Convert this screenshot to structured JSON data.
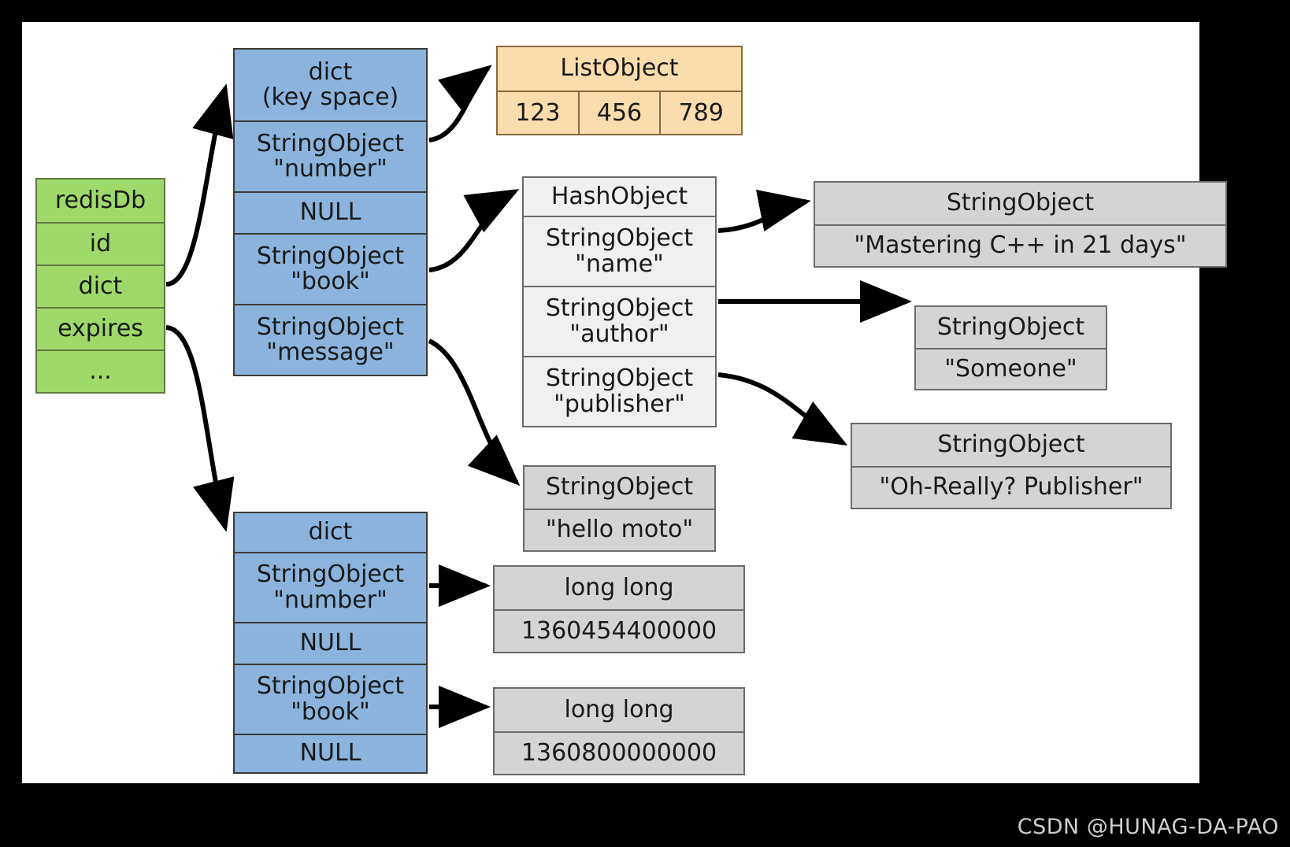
{
  "diagram": {
    "title": "Redis database key space and expires dict structure",
    "watermark": "CSDN @HUNAG-DA-PAO",
    "colors": {
      "green": "#9ed96a",
      "blue": "#8ab4dd",
      "orange": "#fadcad",
      "white": "#f0f0f0",
      "grey": "#d4d4d4",
      "border": "#4d4d4d",
      "background": "#000000",
      "canvas": "#ffffff"
    }
  },
  "redisdb": {
    "rows": [
      {
        "label": "redisDb"
      },
      {
        "label": "id"
      },
      {
        "label": "dict"
      },
      {
        "label": "expires"
      },
      {
        "label": "..."
      }
    ]
  },
  "keyspace_dict": {
    "rows": [
      {
        "line1": "dict",
        "line2": "(key space)"
      },
      {
        "line1": "StringObject",
        "line2": "\"number\""
      },
      {
        "line1": "NULL",
        "line2": ""
      },
      {
        "line1": "StringObject",
        "line2": "\"book\""
      },
      {
        "line1": "StringObject",
        "line2": "\"message\""
      }
    ]
  },
  "list_object": {
    "header": "ListObject",
    "values": [
      "123",
      "456",
      "789"
    ]
  },
  "hash_object": {
    "rows": [
      {
        "line1": "HashObject",
        "line2": ""
      },
      {
        "line1": "StringObject",
        "line2": "\"name\""
      },
      {
        "line1": "StringObject",
        "line2": "\"author\""
      },
      {
        "line1": "StringObject",
        "line2": "\"publisher\""
      }
    ]
  },
  "string_objects": {
    "mastering": {
      "header": "StringObject",
      "value": "\"Mastering C++ in 21 days\""
    },
    "someone": {
      "header": "StringObject",
      "value": "\"Someone\""
    },
    "publisher": {
      "header": "StringObject",
      "value": "\"Oh-Really? Publisher\""
    },
    "hello": {
      "header": "StringObject",
      "value": "\"hello moto\""
    }
  },
  "expires_dict": {
    "rows": [
      {
        "line1": "dict",
        "line2": ""
      },
      {
        "line1": "StringObject",
        "line2": "\"number\""
      },
      {
        "line1": "NULL",
        "line2": ""
      },
      {
        "line1": "StringObject",
        "line2": "\"book\""
      },
      {
        "line1": "NULL",
        "line2": ""
      }
    ]
  },
  "long_longs": {
    "number": {
      "header": "long long",
      "value": "1360454400000"
    },
    "book": {
      "header": "long long",
      "value": "1360800000000"
    }
  }
}
